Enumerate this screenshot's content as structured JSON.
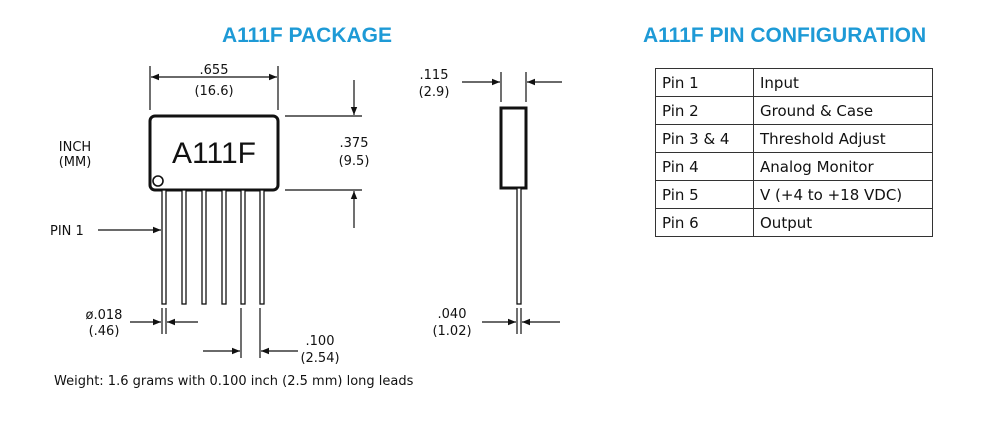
{
  "package": {
    "title": "A111F PACKAGE",
    "chip_label": "A111F",
    "units": {
      "primary": "INCH",
      "secondary": "(MM)"
    },
    "pin1_label": "PIN  1",
    "width": {
      "inch": ".655",
      "mm": "(16.6)"
    },
    "height": {
      "inch": ".375",
      "mm": "(9.5)"
    },
    "thickness": {
      "inch": ".115",
      "mm": "(2.9)"
    },
    "lead_diameter": {
      "inch": "ø.018",
      "mm": "(.46)"
    },
    "lead_pitch": {
      "inch": ".100",
      "mm": "(2.54)"
    },
    "lead_width": {
      "inch": ".040",
      "mm": "(1.02)"
    },
    "weight_note": "Weight: 1.6 grams with 0.100 inch (2.5 mm) long leads"
  },
  "pin_config": {
    "title": "A111F PIN CONFIGURATION",
    "rows": [
      {
        "pin": "Pin 1",
        "function": "Input"
      },
      {
        "pin": "Pin 2",
        "function": "Ground & Case"
      },
      {
        "pin": "Pin 3 & 4",
        "function": "Threshold Adjust"
      },
      {
        "pin": "Pin 4",
        "function": "Analog Monitor"
      },
      {
        "pin": "Pin 5",
        "function": "V (+4 to +18 VDC)"
      },
      {
        "pin": "Pin 6",
        "function": "Output"
      }
    ]
  }
}
